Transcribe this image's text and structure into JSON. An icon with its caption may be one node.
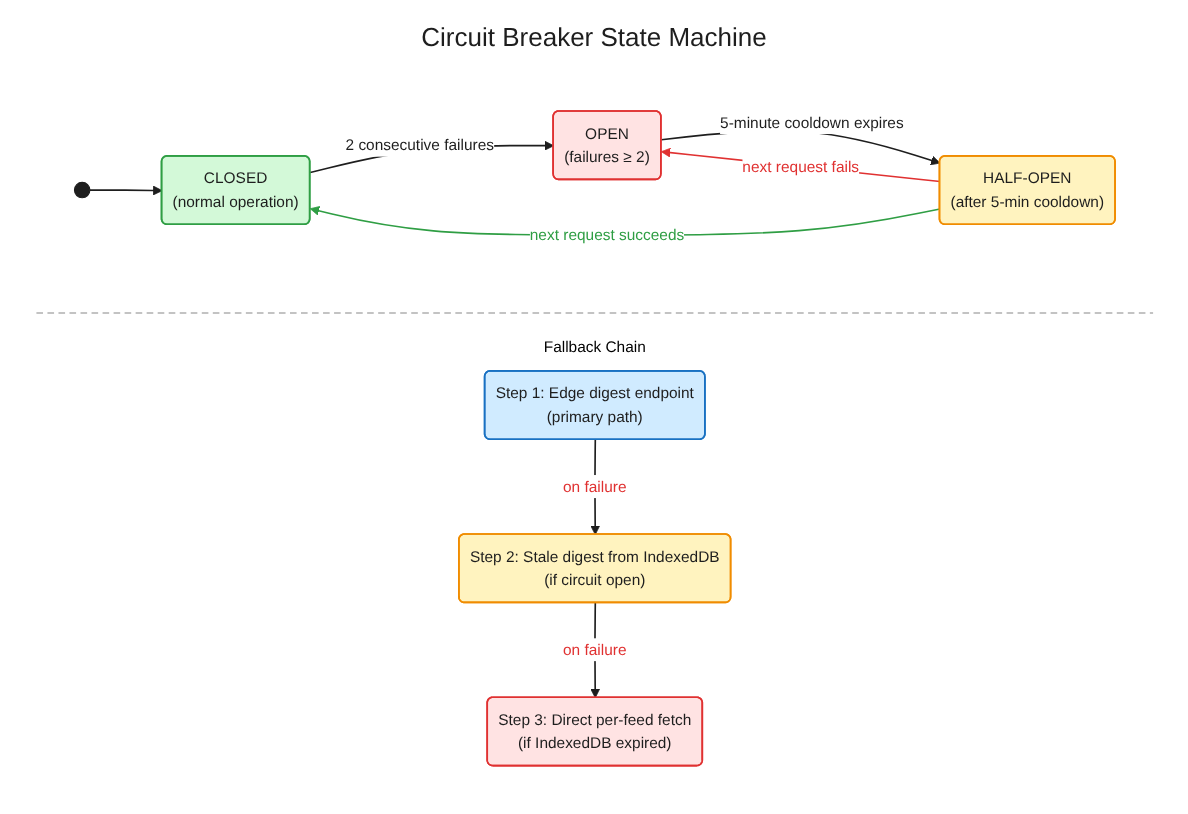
{
  "diagram": {
    "title": "Circuit Breaker State Machine",
    "nodes": [
      {
        "text": [],
        "shape": "circle"
      },
      {
        "text": [
          "CLOSED",
          "(normal operation)"
        ]
      },
      {
        "text": [
          "OPEN",
          "(failures ≥ 2)"
        ]
      },
      {
        "text": [
          "HALF-OPEN",
          "(after 5-min cooldown)"
        ]
      },
      {
        "text": [
          "Step 1: Edge digest endpoint",
          "(primary path)"
        ]
      },
      {
        "text": [
          "Step 2: Stale digest from IndexedDB",
          "(if circuit open)"
        ]
      },
      {
        "text": [
          "Step 3: Direct per-feed fetch",
          "(if IndexedDB expired)"
        ]
      }
    ],
    "edges": [
      {
        "from": 0,
        "to": 1,
        "arrow": "to"
      },
      {
        "from": 1,
        "to": 2,
        "arrow": "to",
        "label": "2 consecutive failures"
      },
      {
        "from": 2,
        "to": 3,
        "arrow": "to",
        "label": "5-minute cooldown expires"
      },
      {
        "from": 3,
        "to": 1,
        "arrow": "to",
        "label": "next request succeeds",
        "color": "#2f9e44"
      },
      {
        "from": 3,
        "to": 2,
        "arrow": "to",
        "label": "next request fails",
        "color": "#e03131"
      },
      {
        "from": 4,
        "to": 5,
        "arrow": "to",
        "label": "on failure"
      },
      {
        "from": 5,
        "to": 6,
        "arrow": "to",
        "label": "on failure"
      }
    ],
    "labels": [
      "Fallback Chain"
    ]
  }
}
